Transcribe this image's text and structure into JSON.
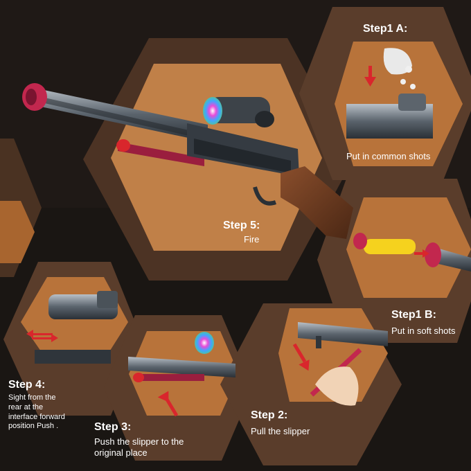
{
  "colors": {
    "background": "#1a1613",
    "hex_outer": "#5a3d2b",
    "hex_inner": "#b8733a",
    "hex_step5": "#c08048",
    "gun_metal": "#3a4149",
    "gun_wood": "#6b3d22",
    "accent_red": "#d9262c",
    "dart_yellow": "#f5d21e",
    "magenta": "#c2274e",
    "text": "#ffffff"
  },
  "steps": {
    "step1a": {
      "title": "Step1 A:",
      "desc": "Put in common shots"
    },
    "step1b": {
      "title": "Step1 B:",
      "desc": "Put in soft shots"
    },
    "step2": {
      "title": "Step 2:",
      "desc": "Pull the slipper"
    },
    "step3": {
      "title": "Step 3:",
      "desc_line1": "Push the slipper to the",
      "desc_line2": "original place"
    },
    "step4": {
      "title": "Step 4:",
      "desc_line1": "Sight from the",
      "desc_line2": "rear at the",
      "desc_line3": "interface forward",
      "desc_line4": "position Push ."
    },
    "step5": {
      "title": "Step 5:",
      "desc": "Fire"
    }
  },
  "icons": {
    "arrow_down": "red-arrow-down-icon",
    "arrow_right": "red-arrow-right-icon",
    "arrow_double": "red-double-arrow-icon",
    "arrow_up_right": "red-arrow-up-right-icon",
    "arrow_down_right": "red-arrow-down-right-icon"
  }
}
